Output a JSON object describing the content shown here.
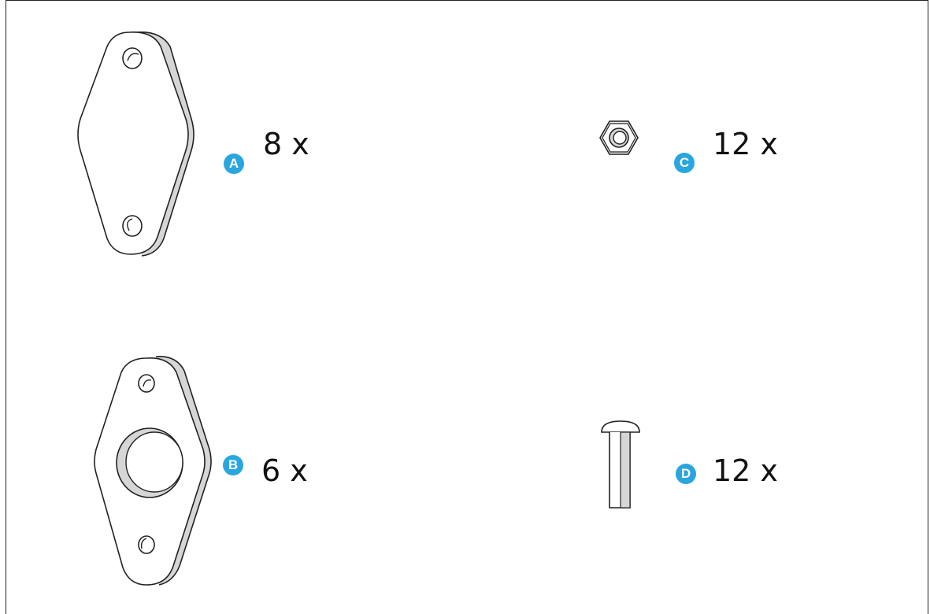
{
  "accent_color": "#2aa6df",
  "parts": [
    {
      "id": "A",
      "letter": "A",
      "quantity": "8 x",
      "icon": "diamond-plate-icon"
    },
    {
      "id": "B",
      "letter": "B",
      "quantity": "6 x",
      "icon": "flange-plate-icon"
    },
    {
      "id": "C",
      "letter": "C",
      "quantity": "12 x",
      "icon": "hex-nut-icon"
    },
    {
      "id": "D",
      "letter": "D",
      "quantity": "12 x",
      "icon": "round-head-bolt-icon"
    }
  ]
}
